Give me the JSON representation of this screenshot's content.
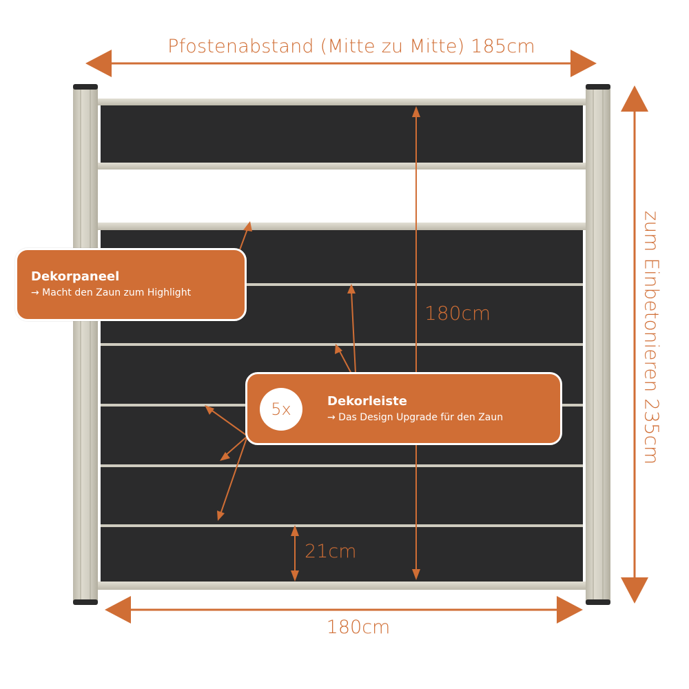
{
  "dimensions": {
    "post_spacing": "Pfostenabstand (Mitte zu Mitte) 185cm",
    "fence_width": "180cm",
    "fence_height": "180cm",
    "board_height": "21cm",
    "total_post_length": "zum Einbetonieren 235cm"
  },
  "callouts": {
    "panel": {
      "title": "Dekorpaneel",
      "subtitle": "→ Macht den Zaun zum Highlight"
    },
    "strip": {
      "badge": "5x",
      "title": "Dekorleiste",
      "subtitle": "→ Das Design Upgrade für den Zaun"
    }
  },
  "colors": {
    "accent": "#d06e35",
    "board": "#2b2b2c",
    "frame": "#cdcabd",
    "post_cap": "#2a2a2a"
  },
  "icons": {
    "arrow": "arrow-head"
  }
}
